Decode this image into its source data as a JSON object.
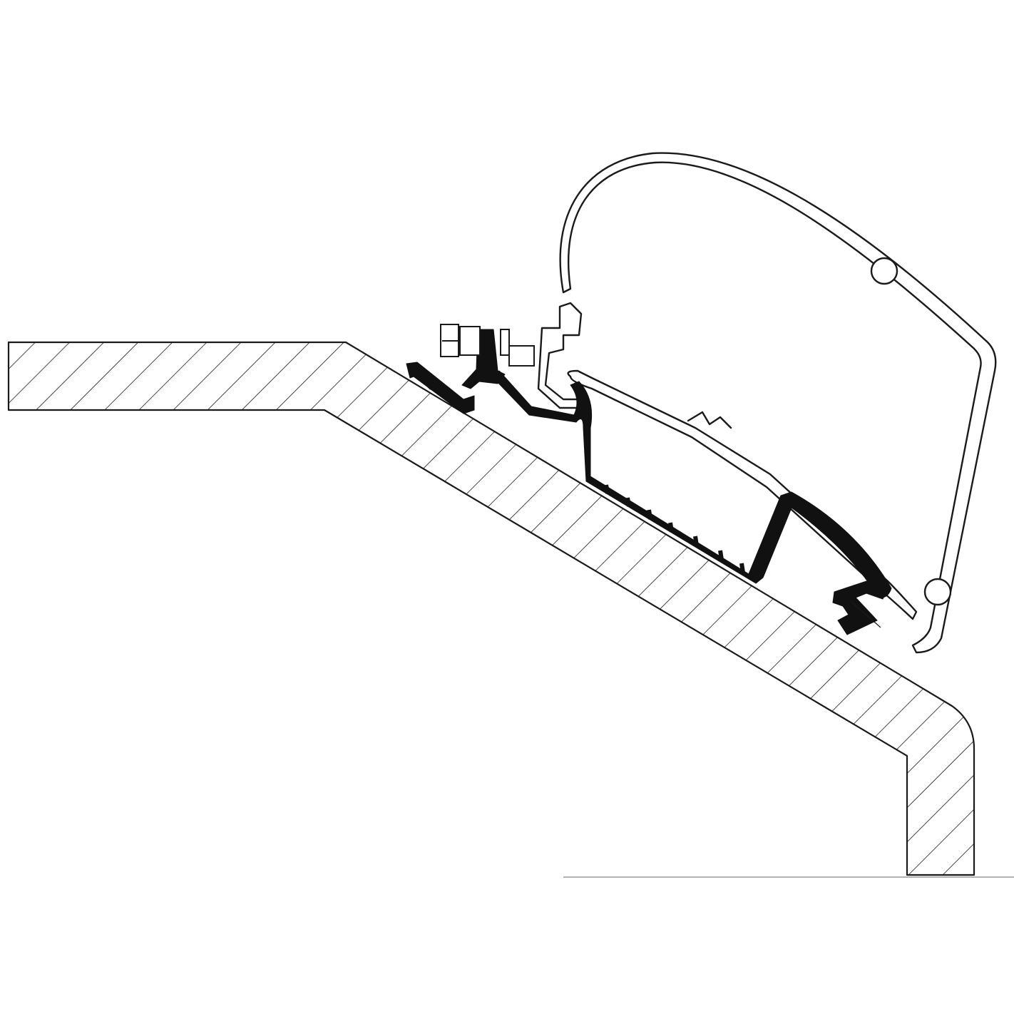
{
  "diagram": {
    "kind": "technical cross-section line drawing",
    "colors": {
      "background": "#ffffff",
      "stroke": "#1a1a1a",
      "adapter_fill": "#111111",
      "ground_line": "#999999"
    },
    "parts": [
      "roof-wall-section",
      "awning-case",
      "mounting-adapter-rail",
      "bolt-assembly",
      "end-clip",
      "ground-line"
    ]
  }
}
